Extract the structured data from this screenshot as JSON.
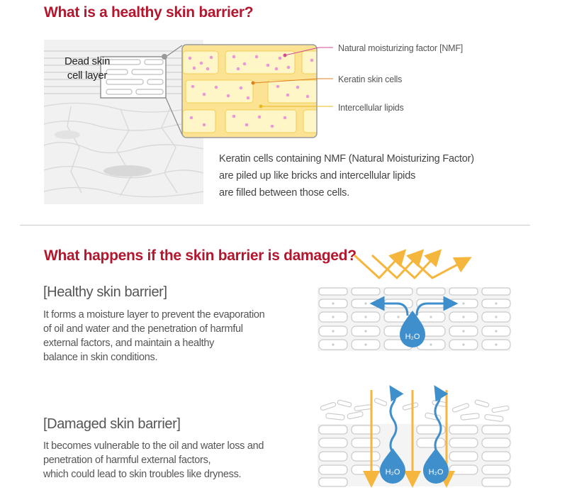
{
  "section1": {
    "title": "What is a healthy skin barrier?",
    "dead_skin_label": [
      "Dead skin",
      "cell layer"
    ],
    "callouts": {
      "nmf": "Natural moisturizing factor [NMF]",
      "keratin": "Keratin skin cells",
      "lipids": "Intercellular lipids"
    },
    "description": [
      "Keratin cells containing NMF (Natural Moisturizing Factor)",
      "are piled up like bricks and intercellular lipids",
      "are filled between those cells."
    ]
  },
  "section2": {
    "title": "What happens if the skin barrier is damaged?",
    "healthy": {
      "heading": "[Healthy skin barrier]",
      "text": [
        "It forms a moisture layer to prevent the evaporation",
        "of oil and water and the penetration of harmful",
        "external factors, and maintain a healthy",
        "balance in skin conditions."
      ],
      "drop_label": "H₂O"
    },
    "damaged": {
      "heading": "[Damaged skin barrier]",
      "text": [
        "It becomes vulnerable to the oil and water loss and",
        "penetration of harmful external factors,",
        "which could lead to skin troubles like dryness."
      ],
      "drop_labels": [
        "H₂O",
        "H₂O"
      ]
    }
  },
  "colors": {
    "title_red": "#b4162d",
    "cell_yellow": "#fff3b8",
    "lipid_yellow": "#fbe393",
    "nmf_pink": "#e89ad6",
    "arrow_orange": "#f5b63d",
    "water_blue": "#3f8fcc"
  }
}
